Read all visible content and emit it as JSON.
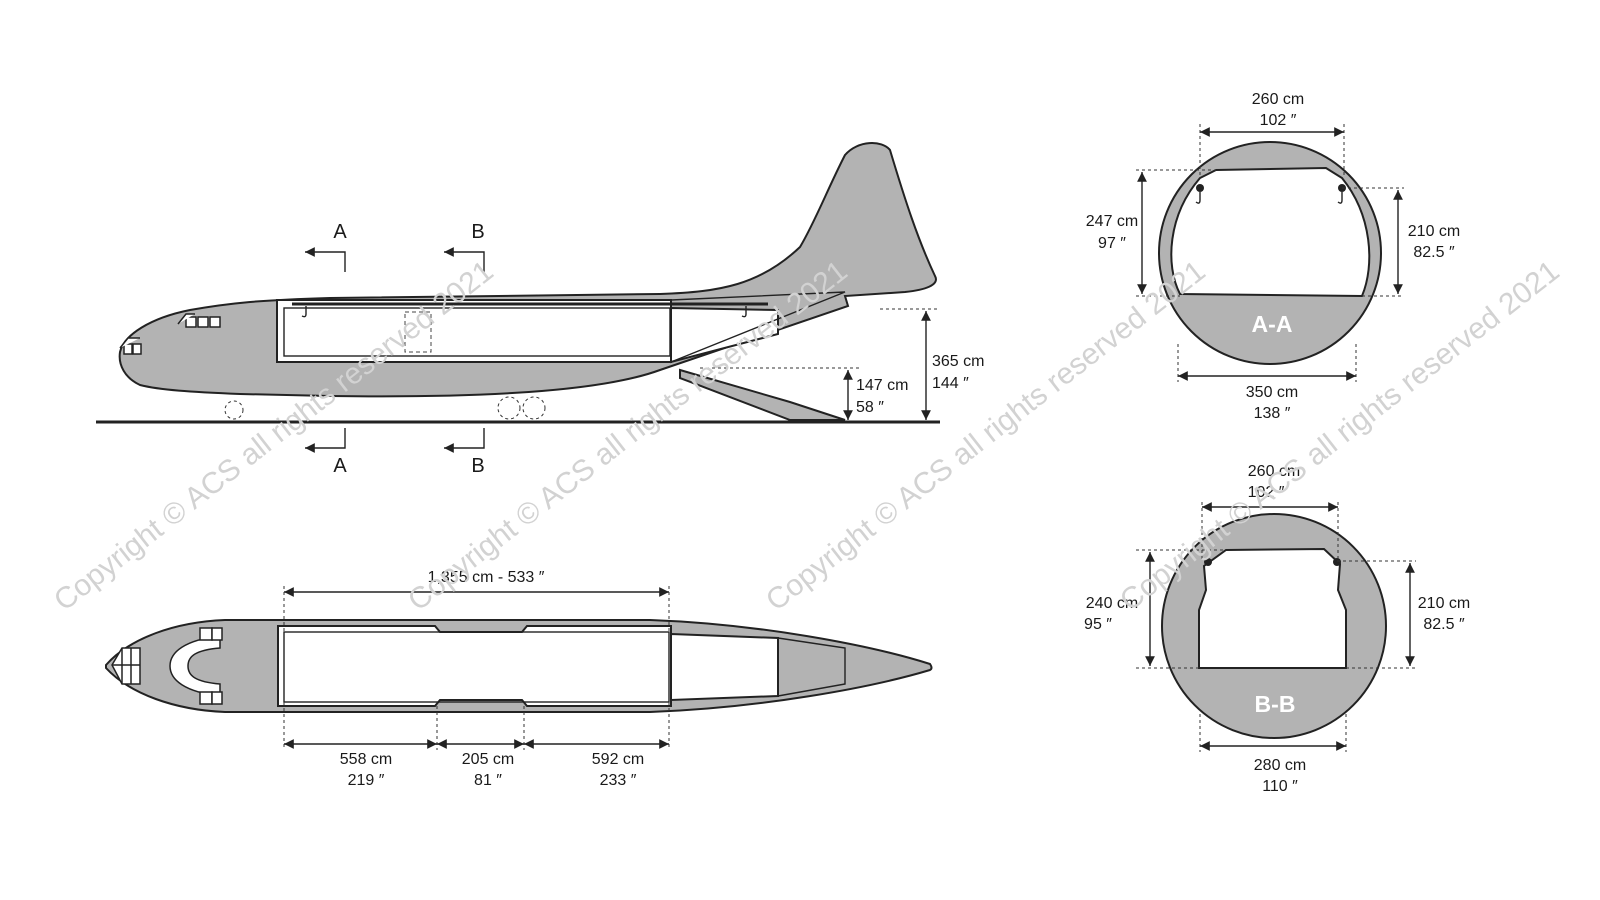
{
  "side_view": {
    "section_a_top": "A",
    "section_b_top": "B",
    "section_a_bottom": "A",
    "section_b_bottom": "B",
    "door_height_cm": "147 cm",
    "door_height_in": "58 ″",
    "total_height_cm": "365 cm",
    "total_height_in": "144 ″"
  },
  "top_view": {
    "length_total": "1,355 cm  -  533 ″",
    "seg1_cm": "558 cm",
    "seg1_in": "219 ″",
    "seg2_cm": "205 cm",
    "seg2_in": "81 ″",
    "seg3_cm": "592 cm",
    "seg3_in": "233 ″"
  },
  "section_aa": {
    "label": "A-A",
    "top_width_cm": "260 cm",
    "top_width_in": "102 ″",
    "left_height_cm": "247 cm",
    "left_height_in": "97 ″",
    "right_height_cm": "210 cm",
    "right_height_in": "82.5 ″",
    "floor_width_cm": "350 cm",
    "floor_width_in": "138 ″"
  },
  "section_bb": {
    "label": "B-B",
    "top_width_cm": "260 cm",
    "top_width_in": "102 ″",
    "left_height_cm": "240 cm",
    "left_height_in": "95 ″",
    "right_height_cm": "210 cm",
    "right_height_in": "82.5 ″",
    "floor_width_cm": "280 cm",
    "floor_width_in": "110 ″"
  },
  "watermark": "Copyright © ACS all rights reserved 2021",
  "colors": {
    "fuselage": "#b3b3b3",
    "outline": "#222222",
    "watermark": "#d2d2d2"
  }
}
